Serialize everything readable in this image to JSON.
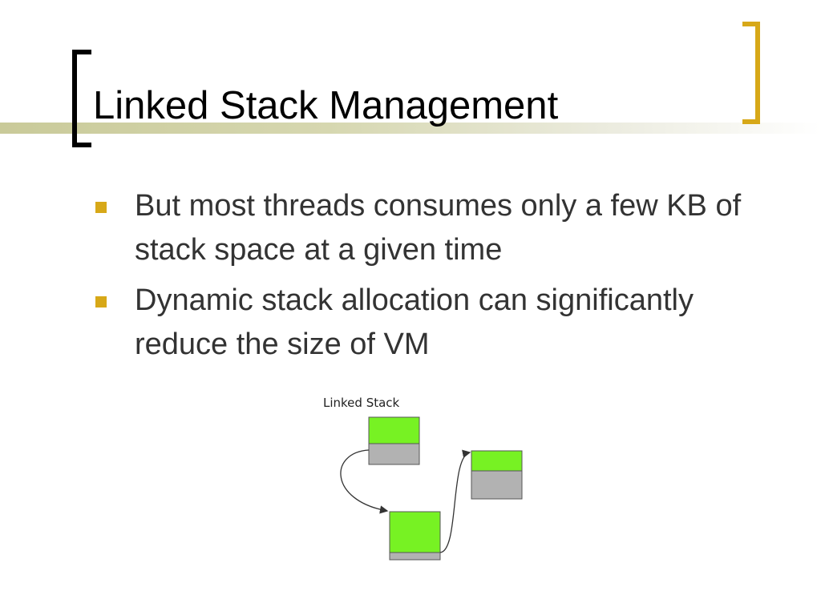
{
  "slide": {
    "title": "Linked Stack Management"
  },
  "bullets": [
    {
      "text": "But most threads consumes only a few KB of stack space at a given time"
    },
    {
      "text": "Dynamic stack allocation can significantly reduce the size of VM"
    }
  ],
  "diagram": {
    "label": "Linked Stack",
    "used_color": "#77f223",
    "free_color": "#b2b2b2"
  },
  "colors": {
    "accent": "#d7a818",
    "title_bar": "#c9ca99",
    "bracket_left": "#000000"
  }
}
